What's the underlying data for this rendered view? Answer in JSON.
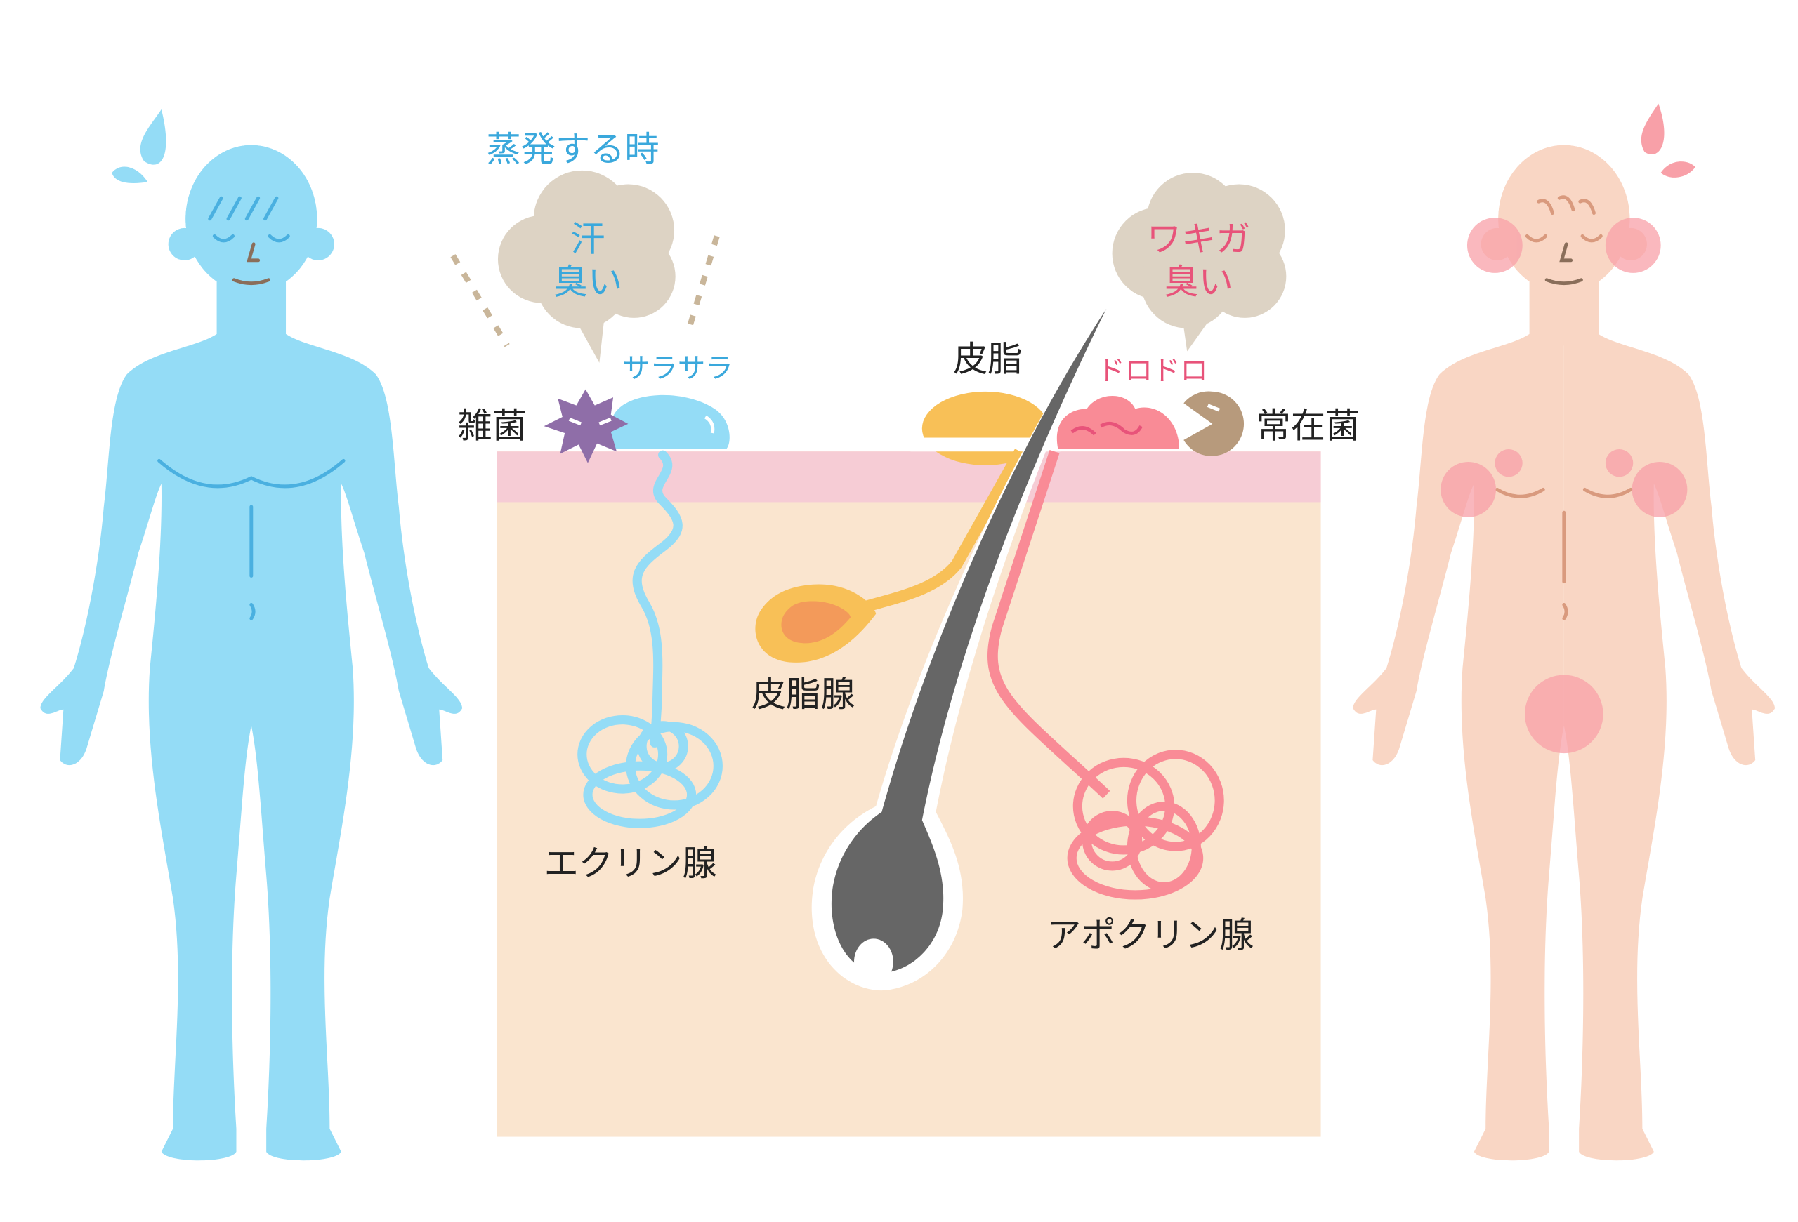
{
  "title": "蒸発する時",
  "clouds": {
    "sweat": {
      "line1": "汗",
      "line2": "臭い"
    },
    "wakiga": {
      "line1": "ワキガ",
      "line2": "臭い"
    }
  },
  "labels": {
    "smooth": "サラサラ",
    "sticky": "ドロドロ",
    "germs": "雑菌",
    "sebum": "皮脂",
    "resident_bacteria": "常在菌",
    "sebaceous_gland": "皮脂腺",
    "eccrine_gland": "エクリン腺",
    "apocrine_gland": "アポクリン腺"
  },
  "colors": {
    "blue": "#94dcf6",
    "blue_text": "#3aa8dc",
    "pink_text": "#e8537a",
    "skin": "#fae5cf",
    "epidermis": "#f6ccd5",
    "body_pink": "#f9d6c4",
    "hotspot": "#f8a0a8",
    "cloud": "#ddd3c4",
    "sebum": "#f8c057",
    "apocrine": "#f98b96",
    "hair": "#666666",
    "germ": "#8f6ea8",
    "bacteria": "#b79a7c"
  }
}
